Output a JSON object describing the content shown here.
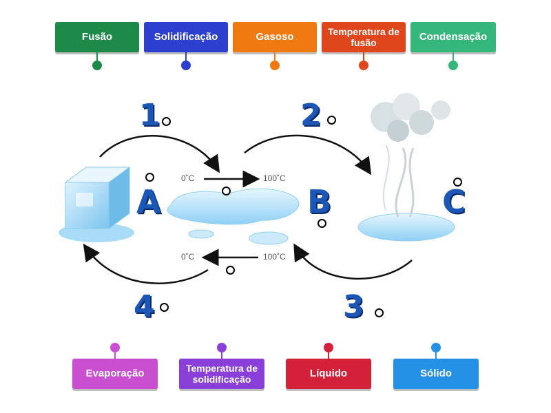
{
  "top_tiles": [
    {
      "label": "Fusão",
      "color": "#1e8a4a"
    },
    {
      "label": "Solidificação",
      "color": "#2c3fcf"
    },
    {
      "label": "Gasoso",
      "color": "#f07a12"
    },
    {
      "label": "Temperatura de fusão",
      "color": "#e0461c"
    },
    {
      "label": "Condensação",
      "color": "#35b67a"
    }
  ],
  "bottom_tiles": [
    {
      "label": "Evaporação",
      "color": "#c94fd0"
    },
    {
      "label": "Temperatura de solidificação",
      "color": "#8a3fd8"
    },
    {
      "label": "Líquido",
      "color": "#d4213a"
    },
    {
      "label": "Sólido",
      "color": "#2490e6"
    }
  ],
  "diagram": {
    "steps": [
      "1",
      "2",
      "3",
      "4"
    ],
    "states": [
      "A",
      "B",
      "C"
    ],
    "temps": {
      "top_left": "0˚C",
      "top_right": "100˚C",
      "bottom_left": "0˚C",
      "bottom_right": "100˚C"
    }
  }
}
